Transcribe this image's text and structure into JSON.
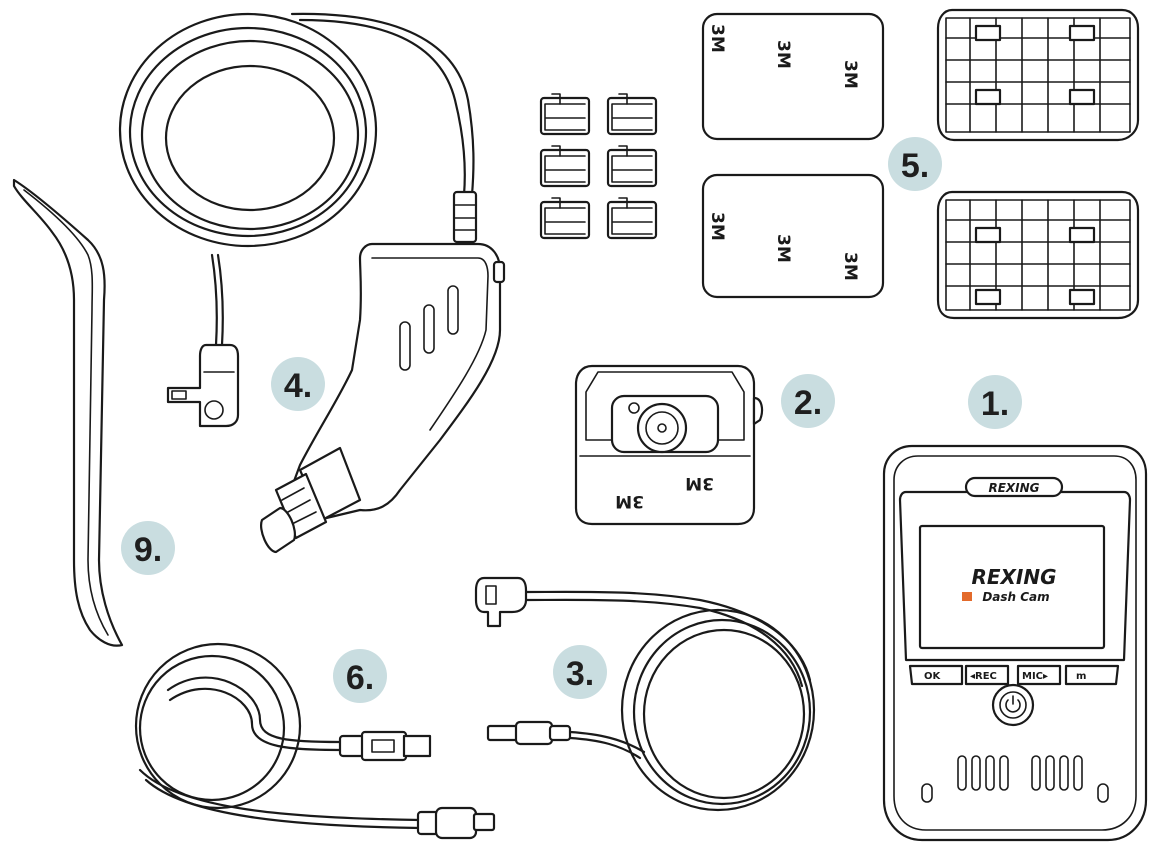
{
  "labels": {
    "dash_cam": "1.",
    "mount": "2.",
    "usb_cable_short": "3.",
    "car_charger": "4.",
    "adhesive_pads": "5.",
    "usb_cable_long": "6.",
    "pry_tool": "9."
  },
  "adhesive_mark": "3M",
  "dashcam": {
    "brand": "REXING",
    "screen_brand": "REXING",
    "screen_subtitle": "Dash Cam",
    "buttons": [
      "OK",
      "◂REC",
      "MIC▸",
      "m"
    ]
  },
  "colors": {
    "badge": "#c9dde0",
    "line": "#1a1a1a"
  }
}
